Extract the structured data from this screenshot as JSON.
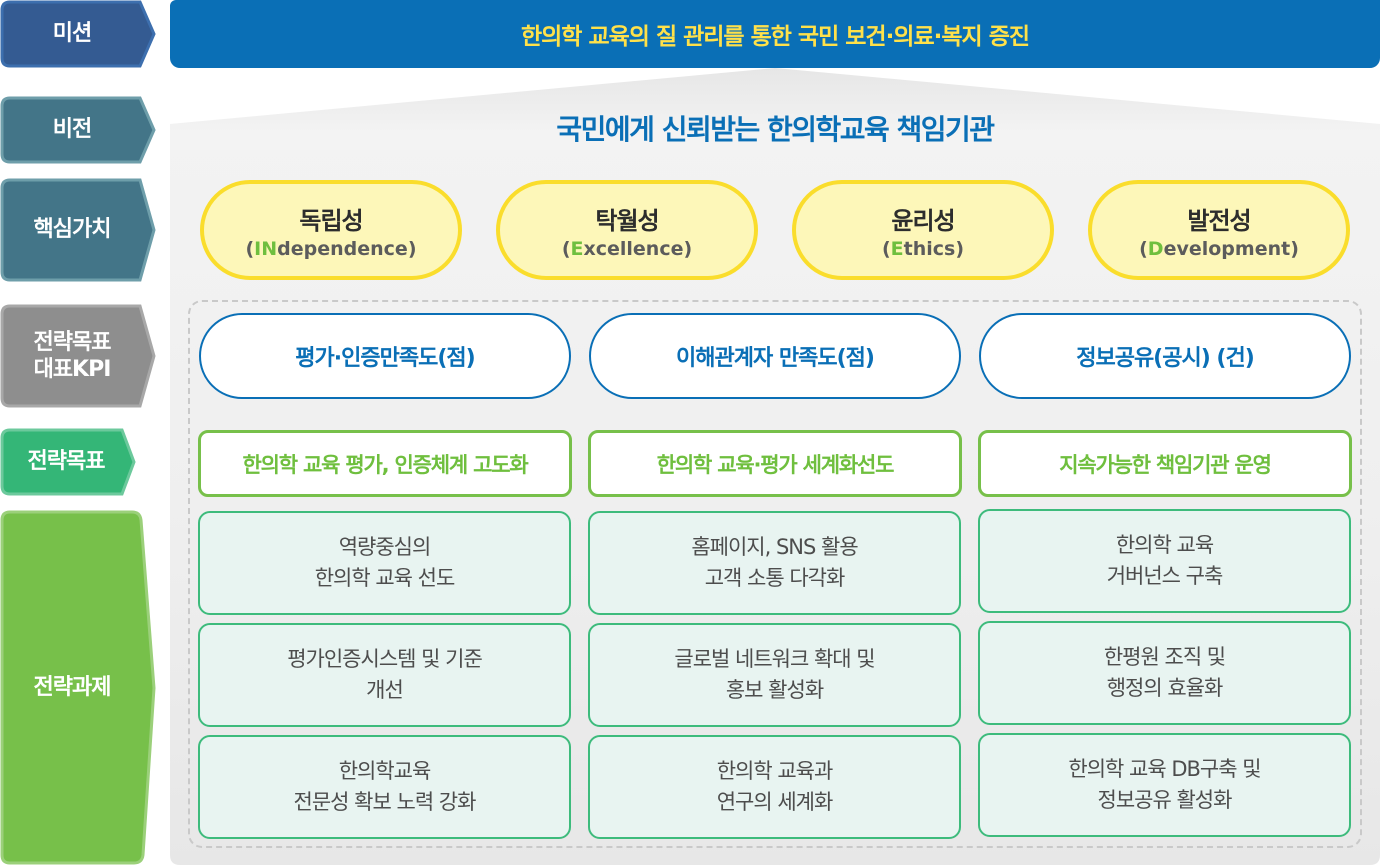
{
  "labels": {
    "mission": "미션",
    "vision": "비전",
    "core_values": "핵심가치",
    "kpi_line1": "전략목표",
    "kpi_line2": "대표KPI",
    "strategic_goals": "전략목표",
    "strategic_tasks": "전략과제"
  },
  "mission": {
    "text": "한의학 교육의 질 관리를 통한 국민 보건·의료·복지 증진"
  },
  "vision": {
    "text": "국민에게 신뢰받는 한의학교육 책임기관"
  },
  "core_values": [
    {
      "ko": "독립성",
      "en_open": "(",
      "en_highlight": "IN",
      "en_rest": "dependence)"
    },
    {
      "ko": "탁월성",
      "en_open": "(",
      "en_highlight": "E",
      "en_rest": "xcellence)"
    },
    {
      "ko": "윤리성",
      "en_open": "(",
      "en_highlight": "E",
      "en_rest": "thics)"
    },
    {
      "ko": "발전성",
      "en_open": "(",
      "en_highlight": "D",
      "en_rest": "evelopment)"
    }
  ],
  "kpis": [
    {
      "label": "평가·인증만족도(점)"
    },
    {
      "label": "이해관계자 만족도(점)"
    },
    {
      "label": "정보공유(공시) (건)"
    }
  ],
  "goals": [
    {
      "label": "한의학 교육 평가, 인증체계 고도화",
      "tasks": [
        {
          "line1": "역량중심의",
          "line2": "한의학 교육 선도"
        },
        {
          "line1": "평가인증시스템 및 기준",
          "line2": "개선"
        },
        {
          "line1": "한의학교육",
          "line2": "전문성 확보 노력 강화"
        }
      ]
    },
    {
      "label": "한의학 교육·평가 세계화선도",
      "tasks": [
        {
          "line1": "홈페이지, SNS 활용",
          "line2": "고객 소통 다각화"
        },
        {
          "line1": "글로벌 네트워크 확대 및",
          "line2": "홍보 활성화"
        },
        {
          "line1": "한의학 교육과",
          "line2": "연구의 세계화"
        }
      ]
    },
    {
      "label": "지속가능한 책임기관 운영",
      "tasks": [
        {
          "line1": "한의학 교육",
          "line2": "거버넌스 구축"
        },
        {
          "line1": "한평원 조직 및",
          "line2": "행정의 효율화"
        },
        {
          "line1": "한의학 교육 DB구축 및",
          "line2": "정보공유 활성화"
        }
      ]
    }
  ],
  "colors": {
    "mission_blue": "#0a6fb6",
    "mission_text_yellow": "#ffe14a",
    "tag_mission": "#345b92",
    "tag_vision": "#437588",
    "tag_core": "#437588",
    "tag_kpi": "#8e8e8e",
    "tag_goal": "#34b677",
    "tag_task": "#77c04a",
    "value_fill": "#fdf7b9",
    "value_border": "#fadd2c",
    "highlight_green": "#6fbf3e",
    "task_fill": "#e8f4f1",
    "task_border": "#3dbb7c"
  }
}
